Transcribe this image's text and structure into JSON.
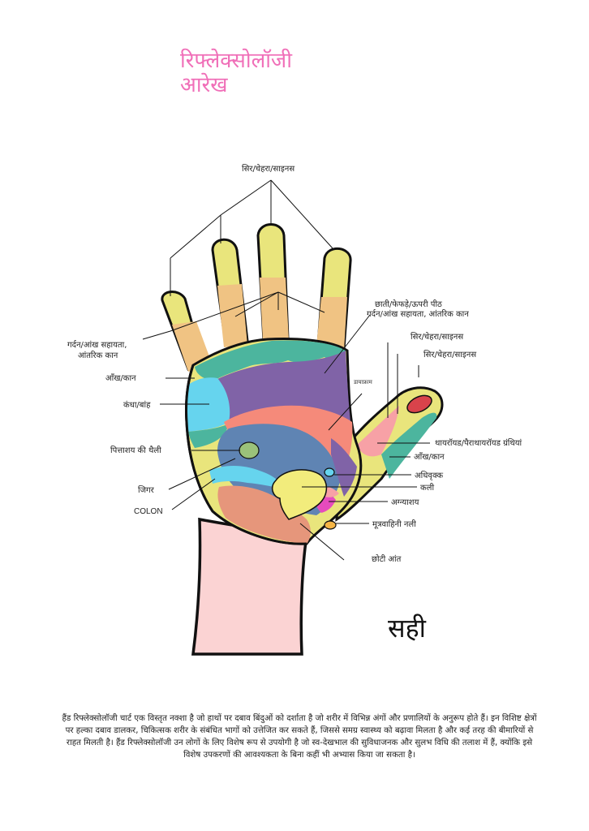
{
  "title": {
    "line1": "रिफ्लेक्सोलॉजी",
    "line2": "आरेख"
  },
  "labels": {
    "head_face_sinus_top": "सिर/चेहरा/साइनस",
    "chest_line": "छाती/फेफड़े/ऊपरी पीठ",
    "neck_right": "गर्दन/आंख सहायता, आंतरिक कान",
    "neck_left_1": "गर्दन/आंख सहायता,",
    "neck_left_2": "आंतरिक कान",
    "head_face_sinus_r1": "सिर/चेहरा/साइनस",
    "head_face_sinus_r2": "सिर/चेहरा/साइनस",
    "eye_ear_left": "आँख/कान",
    "diaphragm": "डायाफ्राम",
    "shoulder_arm": "कंधा/बांह",
    "thyroid": "थायरॉयड/पैराथायरॉयड ग्रंथियां",
    "gallbladder": "पित्ताशय की थैली",
    "eye_ear_right": "आँख/कान",
    "adrenal": "अधिवृक्क",
    "kidney": "कली",
    "liver": "जिगर",
    "pancreas": "अग्न्याशय",
    "colon": "COLON",
    "ureter": "मूत्रवाहिनी नली",
    "small_intestine": "छोटी आंत"
  },
  "signature": "सही",
  "description": "हैंड रिफ्लेक्सोलॉजी चार्ट एक विस्तृत नक्शा है जो हाथों पर दबाव बिंदुओं को दर्शाता है जो शरीर में विभिन्न अंगों और प्रणालियों के अनुरूप होते हैं। इन विशिष्ट क्षेत्रों पर हल्का दबाव डालकर, चिकित्सक शरीर के संबंधित भागों को उत्तेजित कर सकते हैं, जिससे समग्र स्वास्थ्य को बढ़ावा मिलता है और कई तरह की बीमारियों से राहत मिलती है। हैंड रिफ्लेक्सोलॉजी उन लोगों के लिए विशेष रूप से उपयोगी है जो स्व-देखभाल की सुविधाजनक और सुलभ विधि की तलाश में हैं, क्योंकि इसे विशेष उपकरणों की आवश्यकता के बिना कहीं भी अभ्यास किया जा सकता है।",
  "colors": {
    "title": "#f06fb8",
    "skin": "#fbd3d3",
    "fingertip": "#e9e57c",
    "finger_mid": "#f0c383",
    "teal": "#4cb59e",
    "purple": "#8063a7",
    "blue": "#5f84b3",
    "cyan": "#66d4ee",
    "salmon": "#f58a7a",
    "light_pink": "#f7a1a6",
    "magenta": "#e64bbd",
    "peach": "#e6967b",
    "yellow_organ": "#f2ec7c",
    "olive": "#9bc27a",
    "red_tip": "#d9434b",
    "orange_dot": "#f5b546"
  }
}
